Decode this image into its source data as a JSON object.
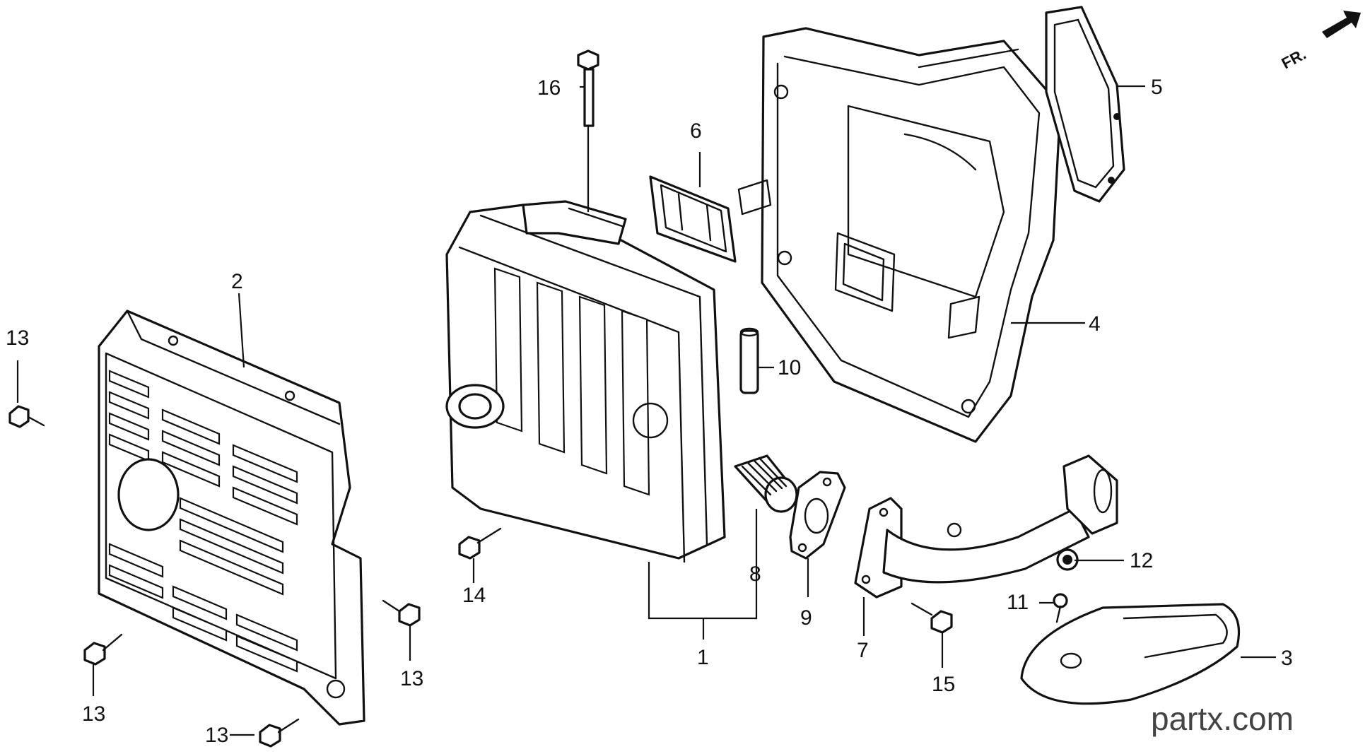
{
  "watermark": "partx.com",
  "front_marker": "FR.",
  "callouts": [
    {
      "id": "c1",
      "label": "1"
    },
    {
      "id": "c2",
      "label": "2"
    },
    {
      "id": "c3",
      "label": "3"
    },
    {
      "id": "c4",
      "label": "4"
    },
    {
      "id": "c5",
      "label": "5"
    },
    {
      "id": "c6",
      "label": "6"
    },
    {
      "id": "c7",
      "label": "7"
    },
    {
      "id": "c8",
      "label": "8"
    },
    {
      "id": "c9",
      "label": "9"
    },
    {
      "id": "c10",
      "label": "10"
    },
    {
      "id": "c11",
      "label": "11"
    },
    {
      "id": "c12",
      "label": "12"
    },
    {
      "id": "c13a",
      "label": "13"
    },
    {
      "id": "c13b",
      "label": "13"
    },
    {
      "id": "c13c",
      "label": "13"
    },
    {
      "id": "c13d",
      "label": "13"
    },
    {
      "id": "c14",
      "label": "14"
    },
    {
      "id": "c15",
      "label": "15"
    },
    {
      "id": "c16",
      "label": "16"
    }
  ]
}
